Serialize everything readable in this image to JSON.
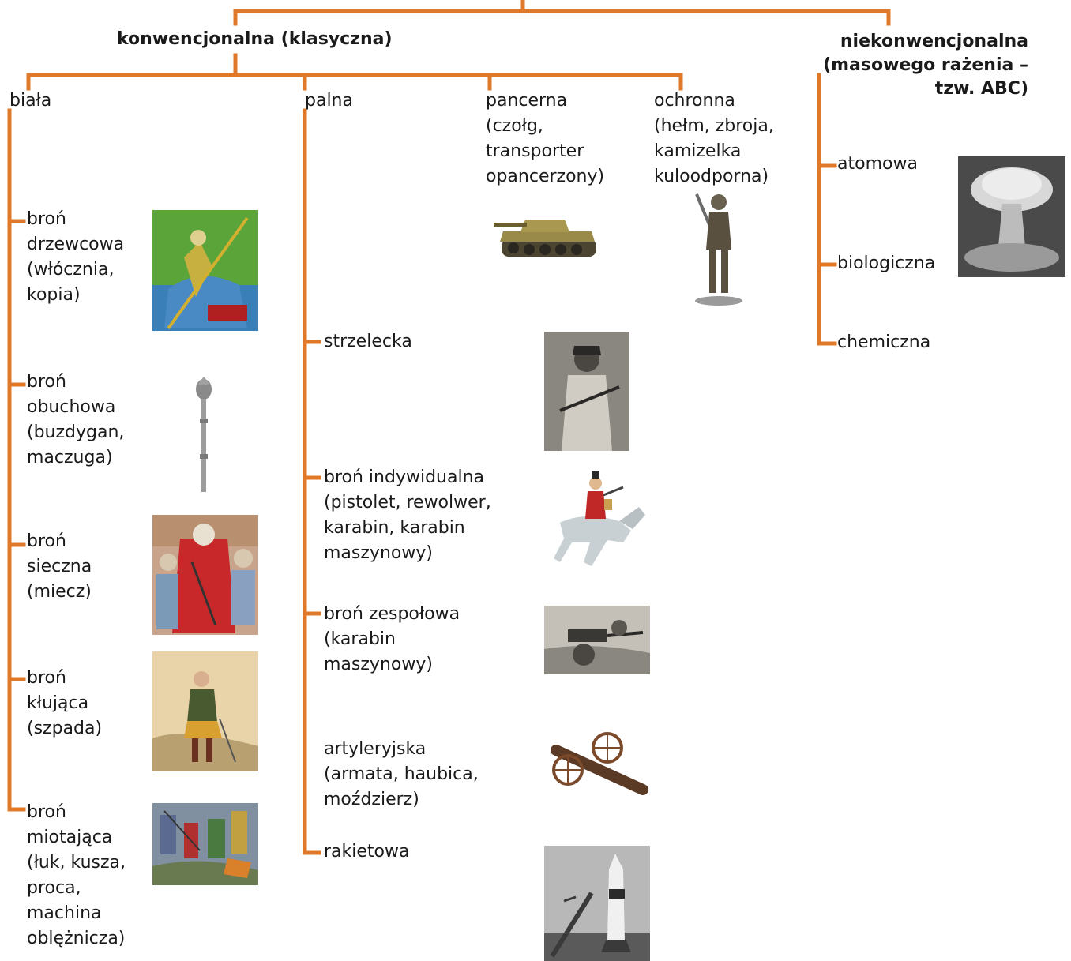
{
  "colors": {
    "connector": "#e0782a",
    "text": "#1a1a1a"
  },
  "headers": {
    "conventional": "konwencjonalna (klasyczna)",
    "unconventional": "niekonwencjonalna\n(masowego rażenia –\ntzw. ABC)"
  },
  "conventional": {
    "biala": {
      "label": "biała",
      "items": [
        {
          "label": "broń\ndrzewcowa\n(włócznia,\nkopia)",
          "picture": "knight-joust-illustration"
        },
        {
          "label": "broń\nobuchowa\n(buzdygan,\nmaczuga)",
          "picture": "mace-weapon"
        },
        {
          "label": "broń\nsieczna\n(miecz)",
          "picture": "medieval-sword-scene"
        },
        {
          "label": "broń\nkłująca\n(szpada)",
          "picture": "swordsman-portrait"
        },
        {
          "label": "broń\nmiotająca\n(łuk, kusza,\nproca,\nmachina\noblężnicza)",
          "picture": "medieval-battle-scene"
        }
      ]
    },
    "palna": {
      "label": "palna",
      "items": [
        {
          "label": "strzelecka",
          "picture": "rifleman-photo"
        },
        {
          "label": "broń indywidualna\n(pistolet, rewolwer,\nkarabin, karabin\nmaszynowy)",
          "picture": "cavalry-figurine"
        },
        {
          "label": "broń zespołowa\n(karabin\nmaszynowy)",
          "picture": "machine-gun-photo"
        },
        {
          "label": "artyleryjska\n(armata, haubica,\nmoździerz)",
          "picture": "cannon"
        },
        {
          "label": "rakietowa",
          "picture": "rocket-launch-photo"
        }
      ]
    },
    "pancerna": {
      "label": "pancerna\n(czołg,\ntransporter\nopancerzony)",
      "picture": "tank"
    },
    "ochronna": {
      "label": "ochronna\n(hełm, zbroja,\nkamizelka\nkuloodporna)",
      "picture": "armor-figurine"
    }
  },
  "unconventional": {
    "items": [
      "atomowa",
      "biologiczna",
      "chemiczna"
    ],
    "picture": "mushroom-cloud-photo"
  }
}
